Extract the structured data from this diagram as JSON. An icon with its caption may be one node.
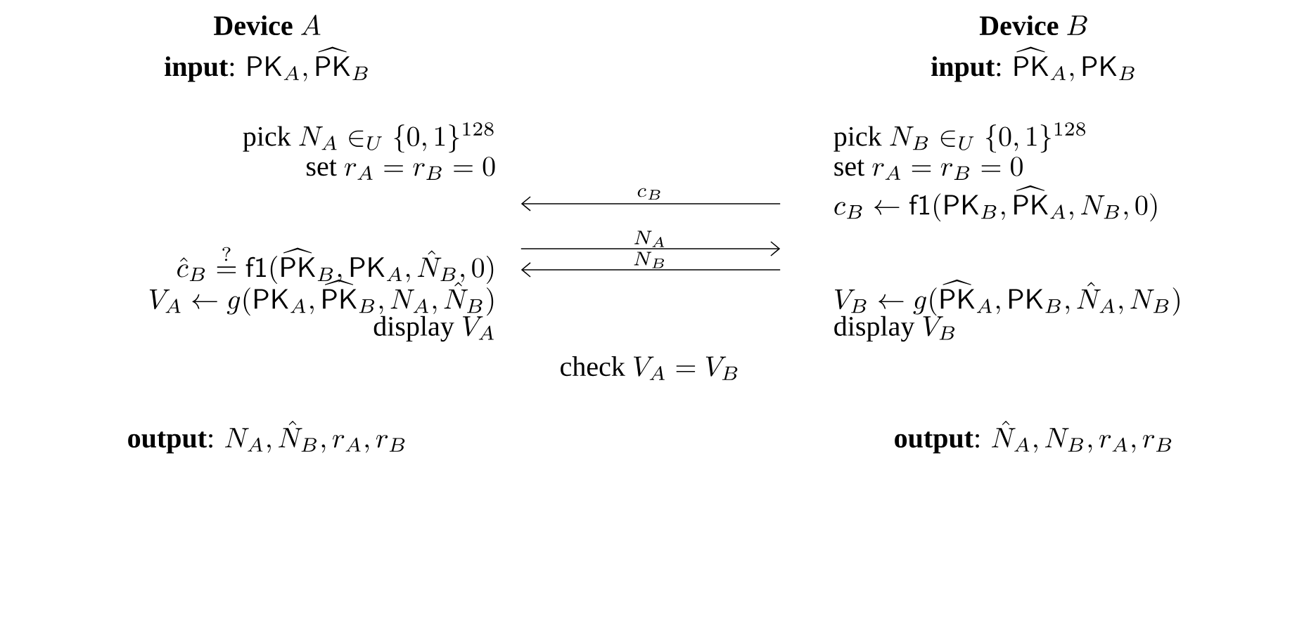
{
  "diagram": {
    "nodes": [
      {
        "text": [
          "\\textbf{Device}\\ A",
          "\\textbf{input}\\text{: }\\mathsf{PK}_A, \\widehat{\\mathsf{PK}}_B",
          "\\text{pick } N_A \\in_U \\{0,1\\}^{128}",
          "\\text{set } r_A = r_B = 0",
          "\\hat{c}_B \\stackrel{?}{=} \\mathsf{f1}(\\widehat{\\mathsf{PK}}_B, \\mathsf{PK}_A, \\hat{N}_B, 0)",
          "V_A \\leftarrow g(\\mathsf{PK}_A, \\widehat{\\mathsf{PK}}_B, N_A, \\hat{N}_B)",
          "\\text{display } V_A",
          "\\textbf{output}\\text{: } N_A, \\hat{N}_B, r_A, r_B"
        ]
      },
      {
        "text": [
          "\\textbf{Device}\\ B",
          "\\textbf{input}\\text{: }\\widehat{\\mathsf{PK}}_A, \\mathsf{PK}_B",
          "\\text{pick } N_B \\in_U \\{0,1\\}^{128}",
          "\\text{set } r_A = r_B = 0",
          "c_B \\leftarrow \\mathsf{f1}(\\mathsf{PK}_B, \\widehat{\\mathsf{PK}}_A, N_B, 0)",
          "V_B \\leftarrow g(\\widehat{\\mathsf{PK}}_A, \\mathsf{PK}_B, \\hat{N}_A, N_B)",
          "\\text{display } V_B",
          "\\textbf{output}\\text{: } \\hat{N}_A, N_B, r_A, r_B"
        ]
      }
    ],
    "edges": [
      {
        "from": 1,
        "to": 0,
        "arrow": "to",
        "label": "c_B"
      },
      {
        "from": 0,
        "to": 1,
        "arrow": "to",
        "label": "N_A"
      },
      {
        "from": 1,
        "to": 0,
        "arrow": "to",
        "label": "N_B"
      }
    ],
    "labels": [
      "\\text{check } V_A = V_B"
    ]
  }
}
